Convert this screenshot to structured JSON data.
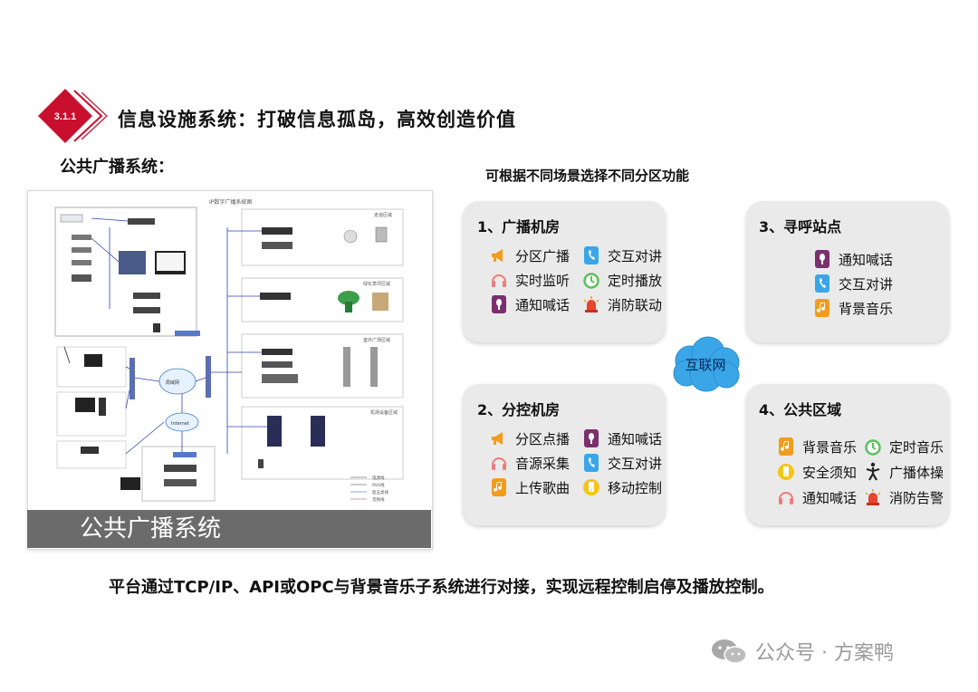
{
  "header": {
    "badge_label": "3.1.1",
    "section_title": "信息设施系统：打破信息孤岛，高效创造价值",
    "sub_title": "公共广播系统："
  },
  "right_caption": "可根据不同场景选择不同分区功能",
  "diagram": {
    "caption": "公共广播系统",
    "heading": "IP数字广播系统图",
    "zone_labels": [
      "走道区域",
      "绿化草坪区域",
      "室外广场区域",
      "机场设备区域"
    ],
    "cloud_labels": [
      "局域网",
      "Internet"
    ],
    "legend": [
      "电源线",
      "RVV线",
      "超五类线",
      "音频线"
    ]
  },
  "cloud_label": "互联网",
  "boxes": [
    {
      "title": "1、广播机房",
      "items": [
        {
          "label": "分区广播",
          "icon": "megaphone-icon"
        },
        {
          "label": "交互对讲",
          "icon": "phone-icon"
        },
        {
          "label": "实时监听",
          "icon": "headphones-icon"
        },
        {
          "label": "定时播放",
          "icon": "clock-icon"
        },
        {
          "label": "通知喊话",
          "icon": "microphone-icon"
        },
        {
          "label": "消防联动",
          "icon": "alarm-icon"
        }
      ]
    },
    {
      "title": "3、寻呼站点",
      "items": [
        {
          "label": "通知喊话",
          "icon": "microphone-icon"
        },
        {
          "label": "交互对讲",
          "icon": "phone-icon"
        },
        {
          "label": "背景音乐",
          "icon": "music-icon"
        }
      ]
    },
    {
      "title": "2、分控机房",
      "items": [
        {
          "label": "分区点播",
          "icon": "megaphone-icon"
        },
        {
          "label": "通知喊话",
          "icon": "microphone-icon"
        },
        {
          "label": "音源采集",
          "icon": "headphones-icon"
        },
        {
          "label": "交互对讲",
          "icon": "phone-icon"
        },
        {
          "label": "上传歌曲",
          "icon": "music-icon"
        },
        {
          "label": "移动控制",
          "icon": "mobile-control-icon"
        }
      ]
    },
    {
      "title": "4、公共区域",
      "items": [
        {
          "label": "背景音乐",
          "icon": "music-icon"
        },
        {
          "label": "定时音乐",
          "icon": "clock-icon"
        },
        {
          "label": "安全须知",
          "icon": "mobile-control-icon"
        },
        {
          "label": "广播体操",
          "icon": "exercise-icon"
        },
        {
          "label": "通知喊话",
          "icon": "headphones-icon"
        },
        {
          "label": "消防告警",
          "icon": "alarm-icon"
        }
      ]
    }
  ],
  "bottom_text": "平台通过TCP/IP、API或OPC与背景音乐子系统进行对接，实现远程控制启停及播放控制。",
  "watermark": "公众号 · 方案鸭",
  "colors": {
    "badge_red": "#c8102e",
    "cloud_blue": "#3aa6e8",
    "box_bg": "#eaeaea",
    "caption_bar": "#6b6b6b"
  }
}
